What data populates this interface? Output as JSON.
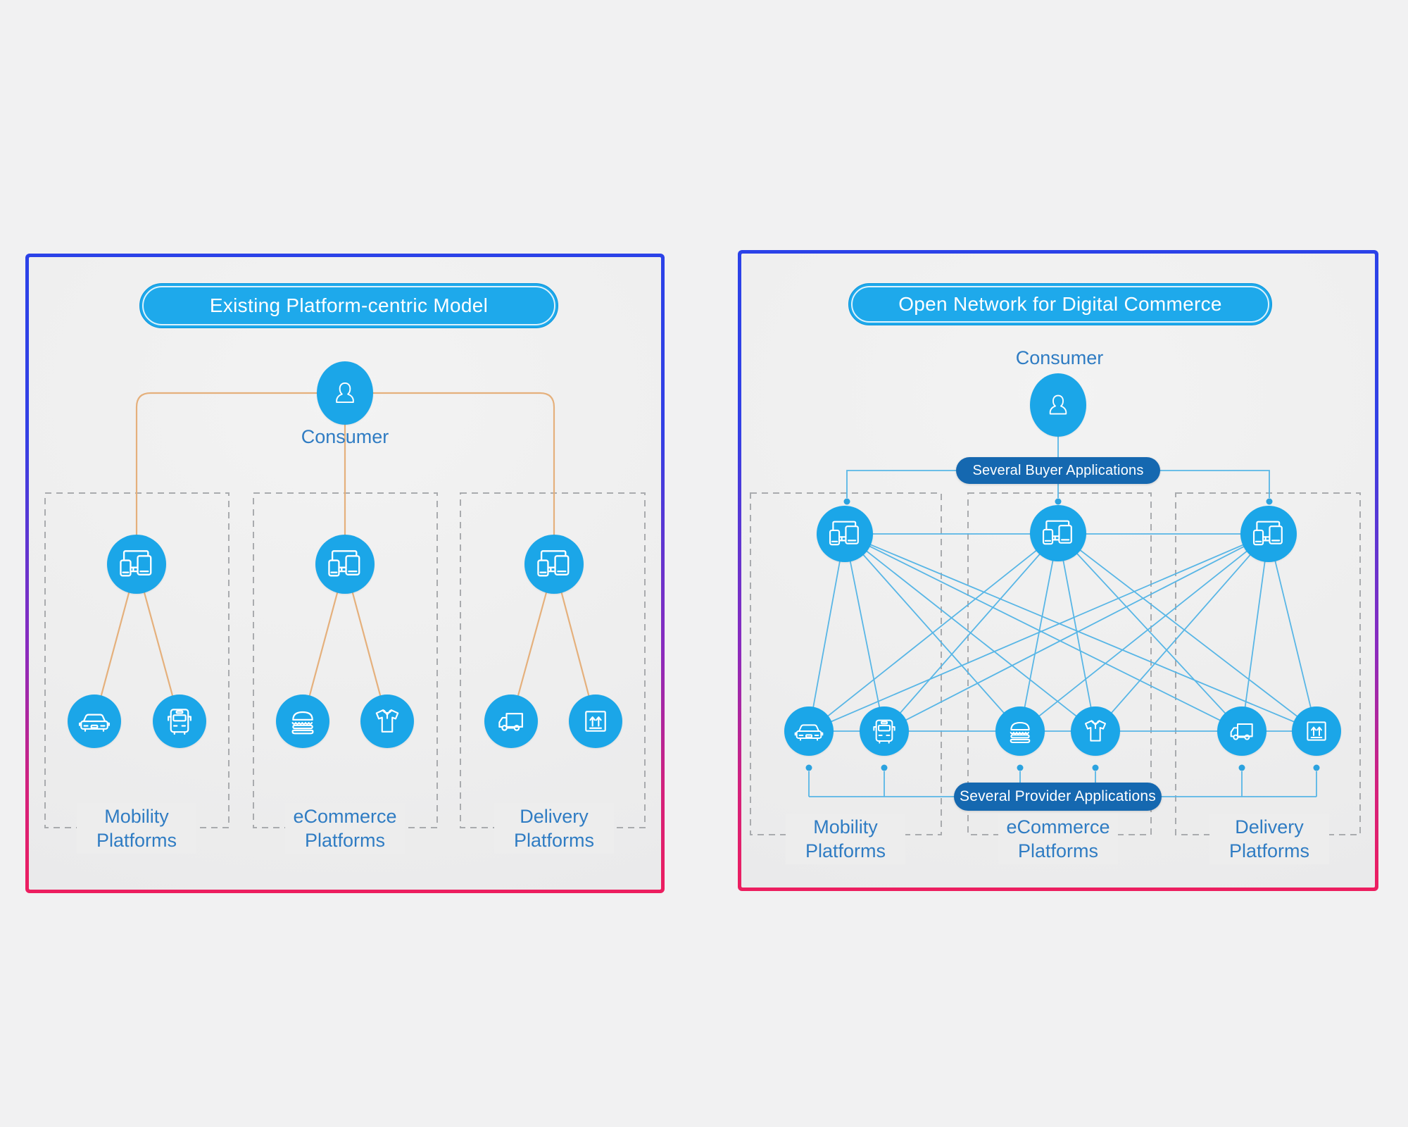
{
  "left_panel": {
    "title": "Existing Platform-centric Model",
    "consumer_label": "Consumer",
    "groups": [
      {
        "label": "Mobility Platforms"
      },
      {
        "label": "eCommerce Platforms"
      },
      {
        "label": "Delivery Platforms"
      }
    ]
  },
  "right_panel": {
    "title": "Open Network for Digital Commerce",
    "consumer_label": "Consumer",
    "buyer_apps_label": "Several Buyer Applications",
    "provider_apps_label": "Several Provider Applications",
    "groups": [
      {
        "label": "Mobility Platforms"
      },
      {
        "label": "eCommerce Platforms"
      },
      {
        "label": "Delivery Platforms"
      }
    ]
  },
  "colors": {
    "accent_blue": "#1BA6E8",
    "dark_pill_blue": "#1568B0",
    "label_blue": "#2F7CC3",
    "connector_orange": "#E5B07C",
    "connector_blue": "#58B6E6",
    "border_gradient_top": "#2B42E8",
    "border_gradient_mid": "#8A2BBE",
    "border_gradient_bottom": "#ED1E5F",
    "panel_bg": "#EFEFEF",
    "page_bg": "#F1F1F2"
  }
}
